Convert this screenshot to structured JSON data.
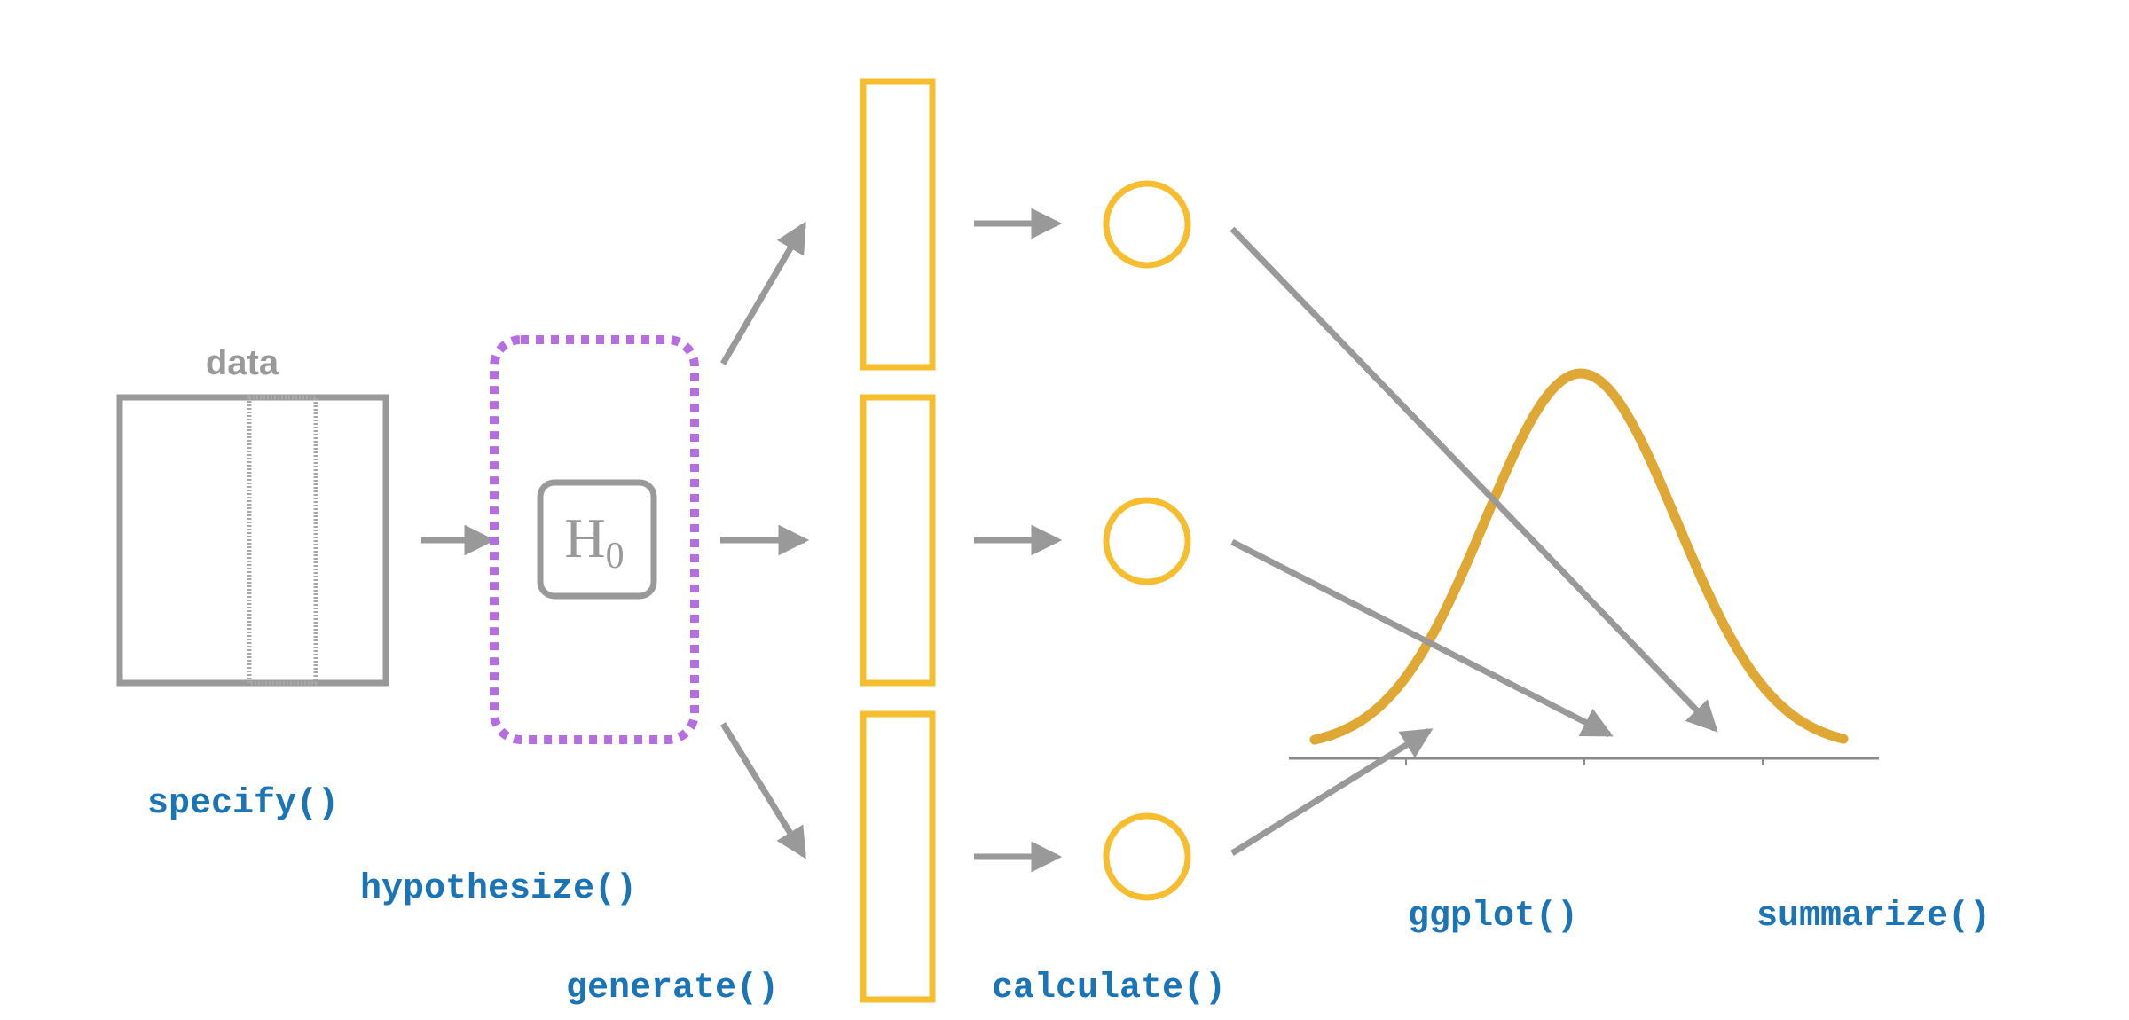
{
  "labels": {
    "data": "data",
    "hypothesis_main": "H",
    "hypothesis_sub": "0",
    "specify": "specify()",
    "hypothesize": "hypothesize()",
    "generate": "generate()",
    "calculate": "calculate()",
    "ggplot": "ggplot()",
    "summarize": "summarize()"
  },
  "colors": {
    "gray": "#999999",
    "data_column": "#a8a8a8",
    "purple": "#b46ee0",
    "yellow": "#f6bd2e",
    "curve": "#dfa834",
    "blue": "#1a74b5",
    "axis": "#8a8a8a"
  },
  "icons": {
    "arrow": "arrow-icon",
    "circle": "statistic-circle-icon",
    "curve": "null-distribution-curve"
  },
  "diagram": {
    "replicates": 3,
    "statistics": 3,
    "axis_ticks": 3
  }
}
